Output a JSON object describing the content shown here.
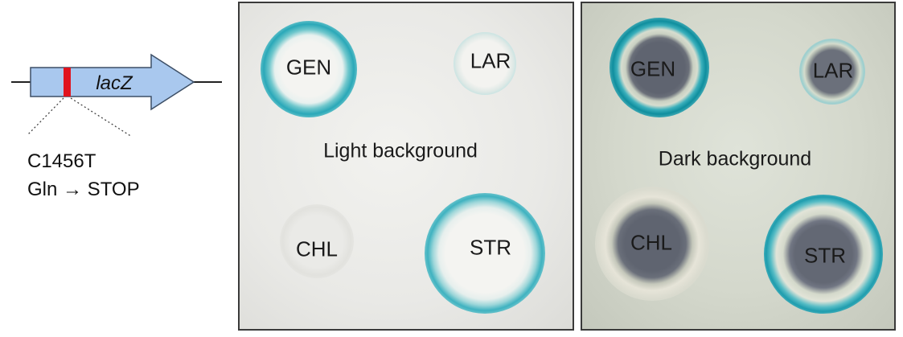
{
  "schematic": {
    "gene_label": "lacZ",
    "mutation": "C1456T",
    "consequence": "Gln → STOP"
  },
  "panels": [
    {
      "background_label": "Light background",
      "discs": [
        {
          "label": "GEN",
          "halo": "strong-blue"
        },
        {
          "label": "LAR",
          "halo": "faint"
        },
        {
          "label": "CHL",
          "halo": "none"
        },
        {
          "label": "STR",
          "halo": "blue"
        }
      ]
    },
    {
      "background_label": "Dark background",
      "discs": [
        {
          "label": "GEN",
          "halo": "strong-blue"
        },
        {
          "label": "LAR",
          "halo": "faint"
        },
        {
          "label": "CHL",
          "halo": "faint"
        },
        {
          "label": "STR",
          "halo": "blue"
        }
      ]
    }
  ],
  "colors": {
    "arrow_fill": "#a9c8ee",
    "mutation_mark": "#e0141e",
    "halo_blue": "#2aa8b8"
  }
}
